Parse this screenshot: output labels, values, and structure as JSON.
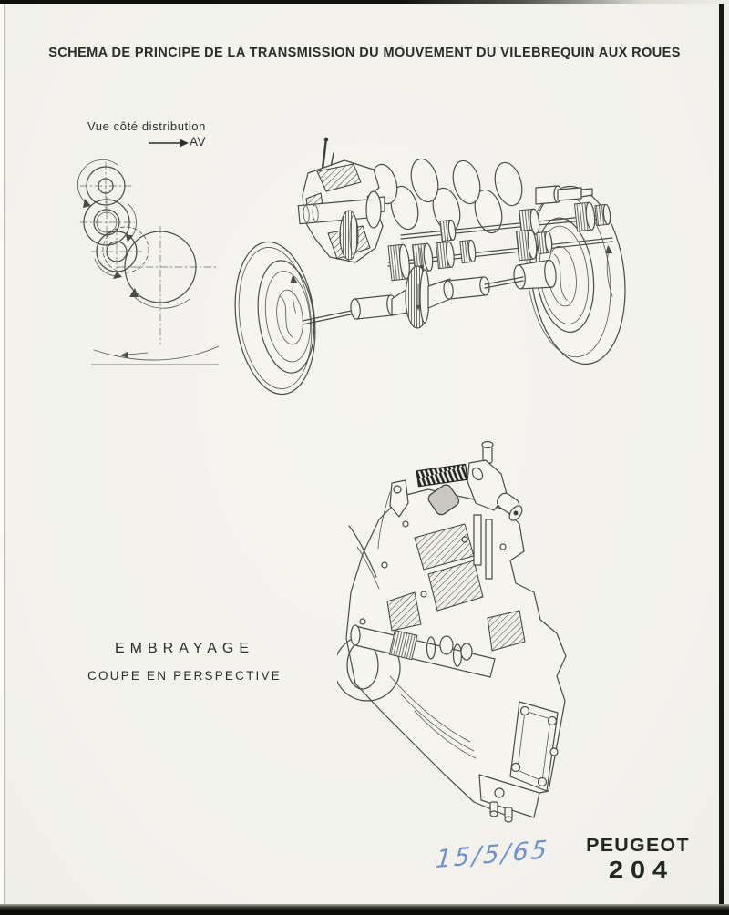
{
  "header": {
    "title": "SCHEMA DE PRINCIPE DE LA TRANSMISSION DU MOUVEMENT DU VILEBREQUIN AUX ROUES"
  },
  "distribution_view": {
    "label": "Vue côté distribution",
    "arrow_label": "AV"
  },
  "clutch_caption": {
    "title": "EMBRAYAGE",
    "subtitle": "COUPE EN PERSPECTIVE"
  },
  "annotations": {
    "handwritten_date": "15/5/65"
  },
  "brand": {
    "name": "PEUGEOT",
    "model": "204"
  },
  "colors": {
    "paper": "#f2f1ec",
    "print_ink": "#2c2d28",
    "drawing_line": "#4b4b45",
    "handwriting_blue": "#5d88cc",
    "brand_ink": "#202820",
    "scan_edge": "#0f0f0c"
  }
}
